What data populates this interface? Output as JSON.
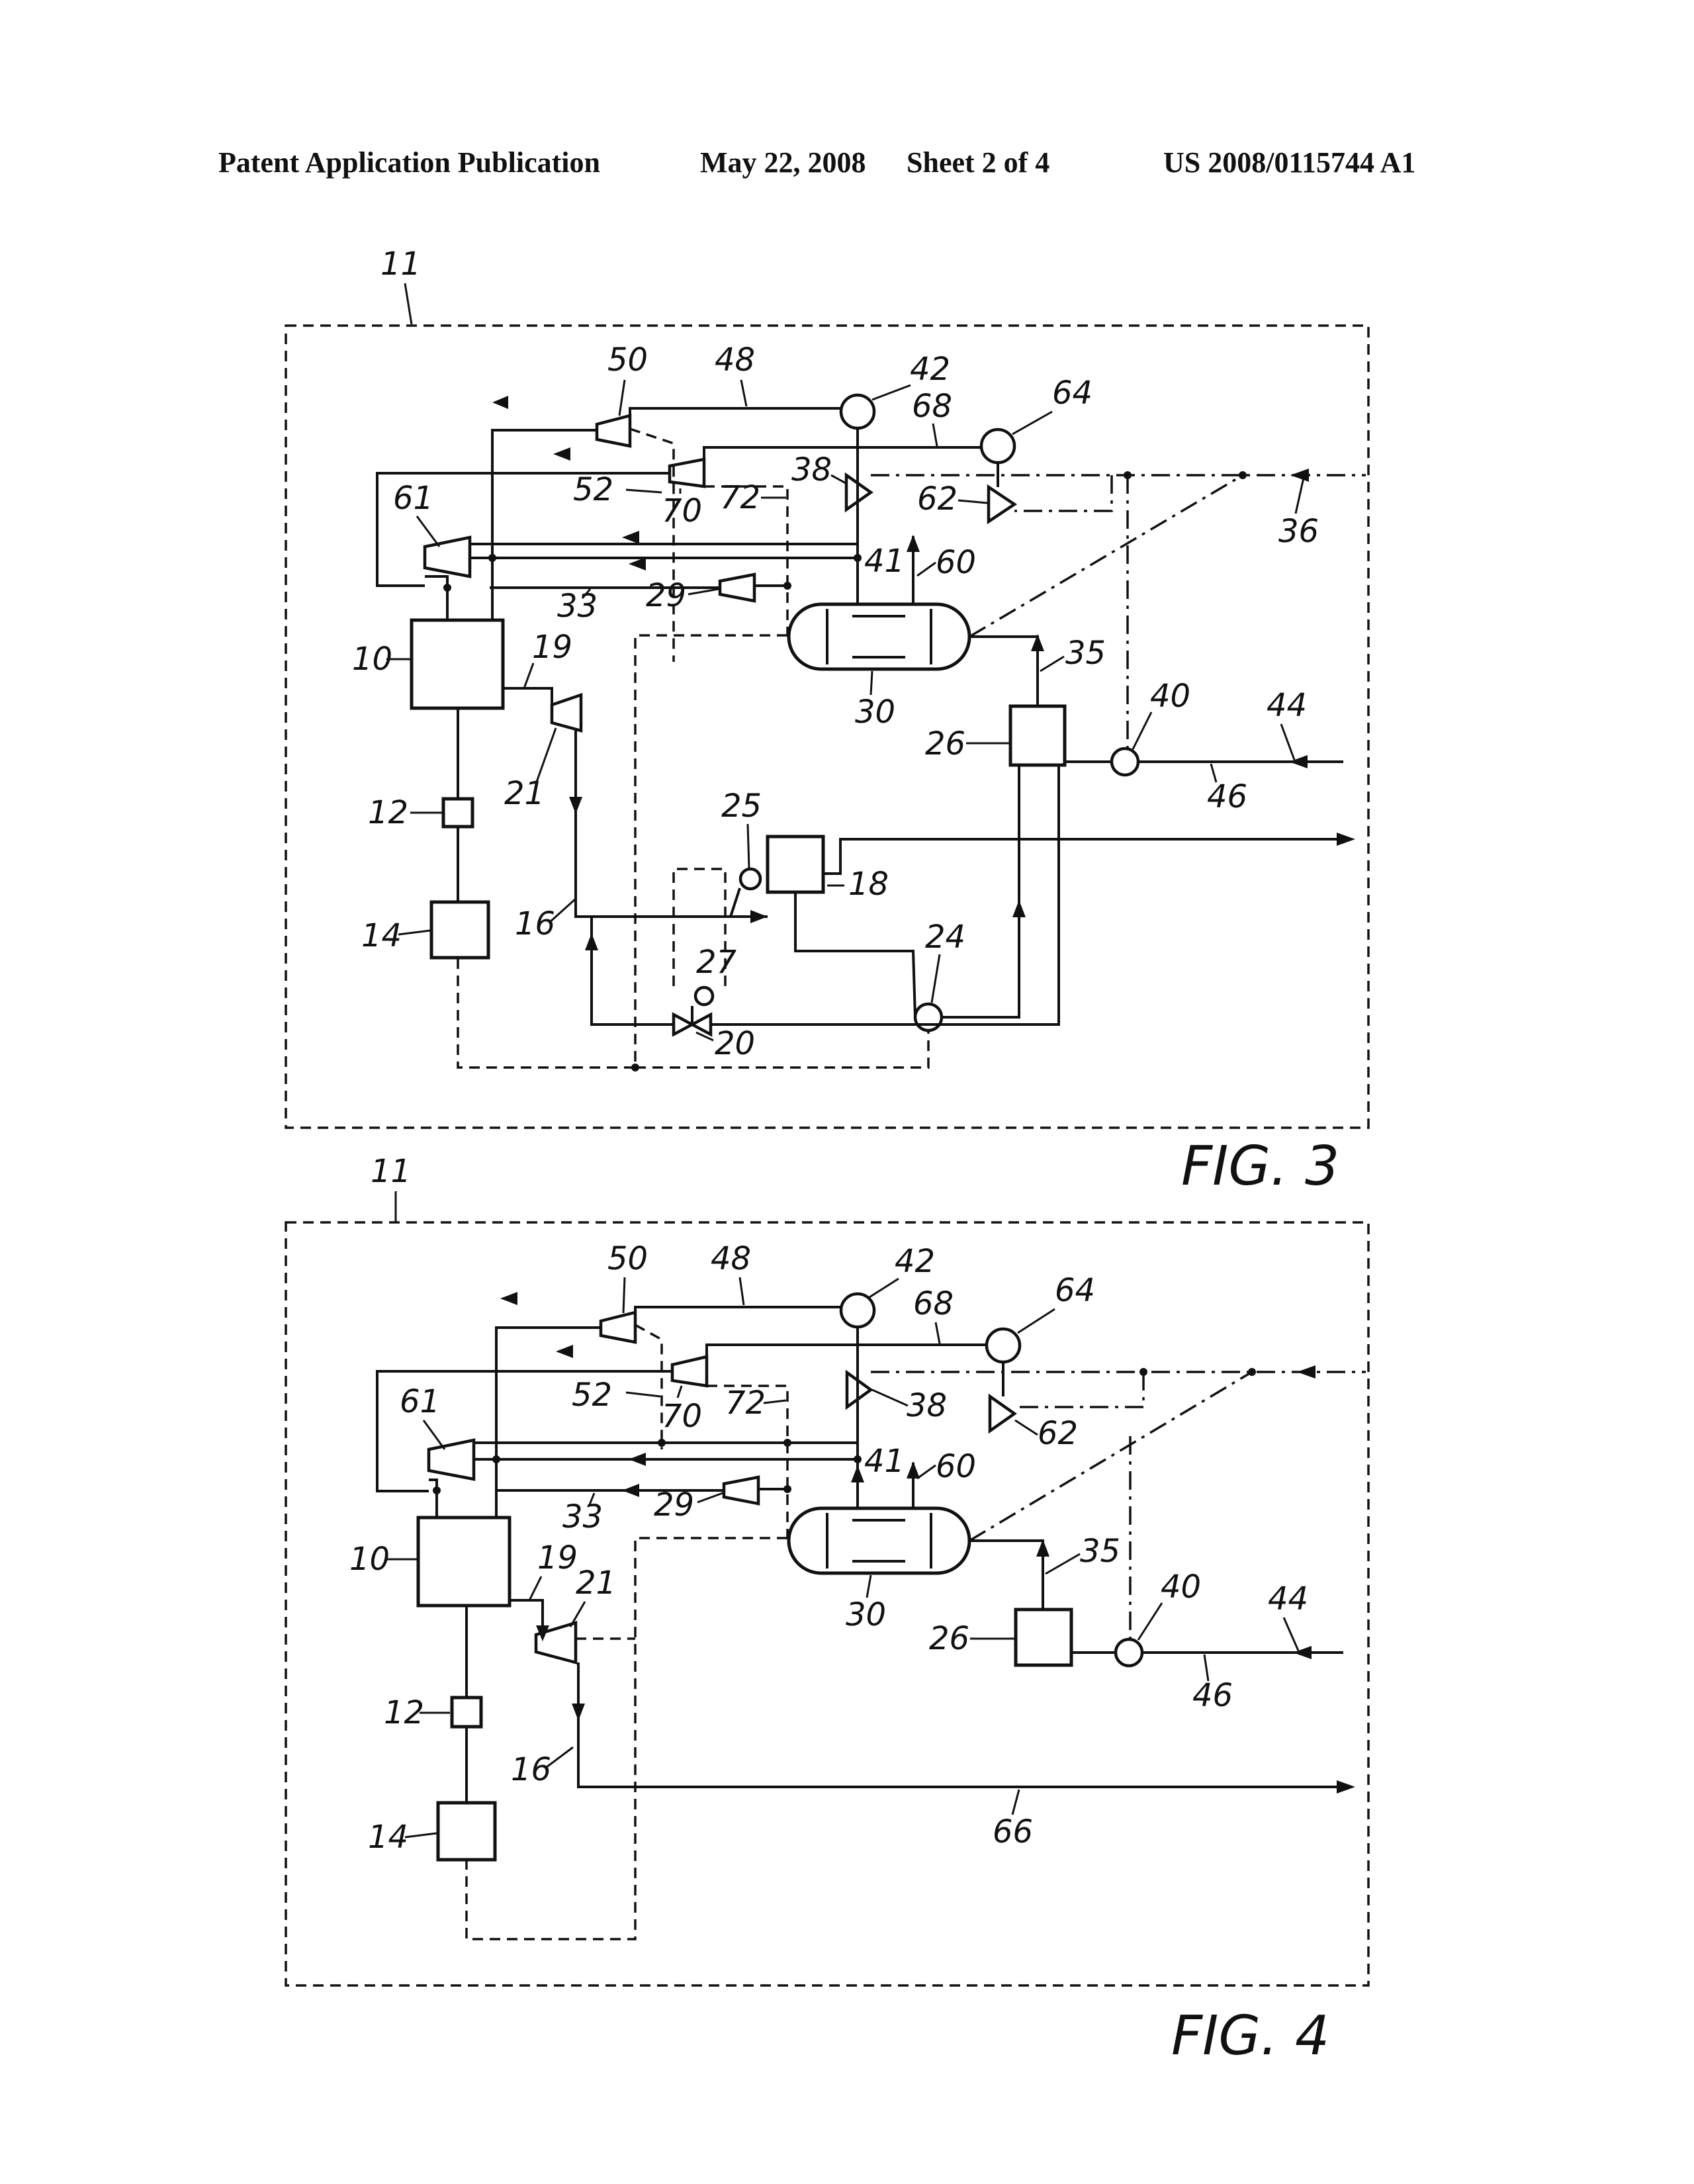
{
  "header": {
    "left": "Patent Application Publication",
    "date": "May 22, 2008",
    "sheet": "Sheet 2 of 4",
    "number": "US 2008/0115744 A1"
  },
  "figures": [
    {
      "caption": "FIG. 3",
      "labels": {
        "n11": "11",
        "n10": "10",
        "n12": "12",
        "n14": "14",
        "n16": "16",
        "n18": "18",
        "n19": "19",
        "n20": "20",
        "n21": "21",
        "n24": "24",
        "n25": "25",
        "n26": "26",
        "n27": "27",
        "n29": "29",
        "n30": "30",
        "n33": "33",
        "n35": "35",
        "n36": "36",
        "n38": "38",
        "n40": "40",
        "n41": "41",
        "n42": "42",
        "n44": "44",
        "n46": "46",
        "n48": "48",
        "n50": "50",
        "n52": "52",
        "n60": "60",
        "n61": "61",
        "n62": "62",
        "n64": "64",
        "n68": "68",
        "n70": "70",
        "n72": "72"
      }
    },
    {
      "caption": "FIG. 4",
      "labels": {
        "n11": "11",
        "n10": "10",
        "n12": "12",
        "n14": "14",
        "n16": "16",
        "n19": "19",
        "n21": "21",
        "n26": "26",
        "n29": "29",
        "n30": "30",
        "n33": "33",
        "n35": "35",
        "n38": "38",
        "n40": "40",
        "n41": "41",
        "n42": "42",
        "n44": "44",
        "n46": "46",
        "n48": "48",
        "n50": "50",
        "n52": "52",
        "n60": "60",
        "n61": "61",
        "n62": "62",
        "n64": "64",
        "n66": "66",
        "n68": "68",
        "n70": "70",
        "n72": "72"
      }
    }
  ]
}
